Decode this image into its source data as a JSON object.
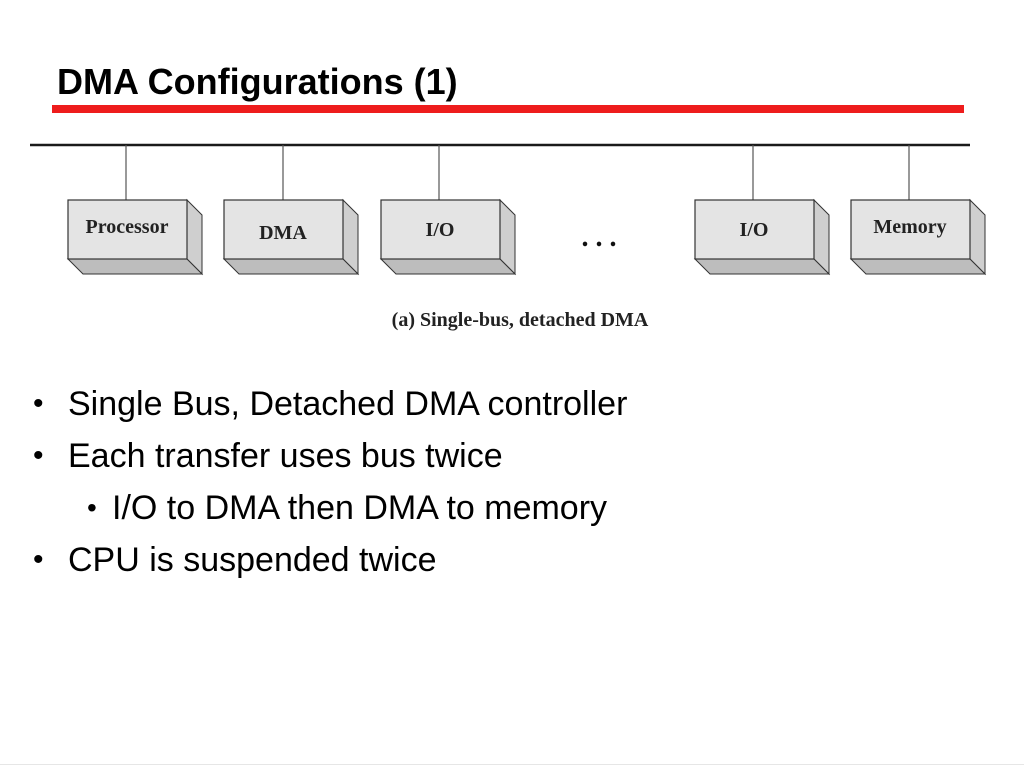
{
  "slide": {
    "title": "DMA Configurations (1)",
    "accent_color": "#ee1c1c"
  },
  "diagram": {
    "modules": [
      {
        "label": "Processor"
      },
      {
        "label": "DMA"
      },
      {
        "label": "I/O"
      },
      {
        "label": "I/O"
      },
      {
        "label": "Memory"
      }
    ],
    "ellipsis": ". . .",
    "caption": "(a) Single-bus, detached DMA",
    "box_face_color": "#e4e4e4",
    "box_side_color": "#cfcfcf",
    "bus_color": "#1a1a1a"
  },
  "bullets": [
    {
      "text": "Single Bus, Detached DMA controller",
      "level": 1
    },
    {
      "text": "Each transfer uses bus twice",
      "level": 1
    },
    {
      "text": "I/O to DMA then DMA to memory",
      "level": 2
    },
    {
      "text": "CPU is suspended twice",
      "level": 1
    }
  ],
  "bullet_glyph": "•"
}
